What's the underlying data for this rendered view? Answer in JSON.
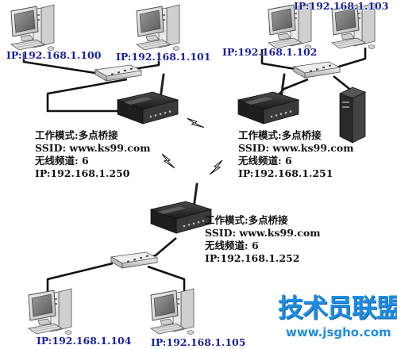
{
  "diagram": {
    "pcs": [
      {
        "name": "pc-top-left-1",
        "ip": "IP:192.168.1.100"
      },
      {
        "name": "pc-top-left-2",
        "ip": "IP:192.168.1.101"
      },
      {
        "name": "pc-top-right-1",
        "ip": "IP:192.168.1.102"
      },
      {
        "name": "pc-top-right-2",
        "ip": "IP:192.168.1.103"
      },
      {
        "name": "pc-bottom-1",
        "ip": "IP:192.168.1.104"
      },
      {
        "name": "pc-bottom-2",
        "ip": "IP:192.168.1.105"
      }
    ],
    "bridges": [
      {
        "mode": "工作模式:多点桥接",
        "ssid": "SSID: www.ks99.com",
        "channel": "无线频道: 6",
        "ip": "IP:192.168.1.250"
      },
      {
        "mode": "工作模式:多点桥接",
        "ssid": "SSID: www.ks99.com",
        "channel": "无线频道: 6",
        "ip": "IP:192.168.1.251"
      },
      {
        "mode": "工作模式:多点桥接",
        "ssid": "SSID: www.ks99.com",
        "channel": "无线频道: 6",
        "ip": "IP:192.168.1.252"
      }
    ]
  },
  "watermark": {
    "title": "技术员联盟",
    "url": "www.jsgho.com"
  },
  "colors": {
    "ip_text": "#1a1f9e",
    "cable": "#111111",
    "router_body": "#2b2b2b",
    "watermark": "#1e8ce0"
  }
}
